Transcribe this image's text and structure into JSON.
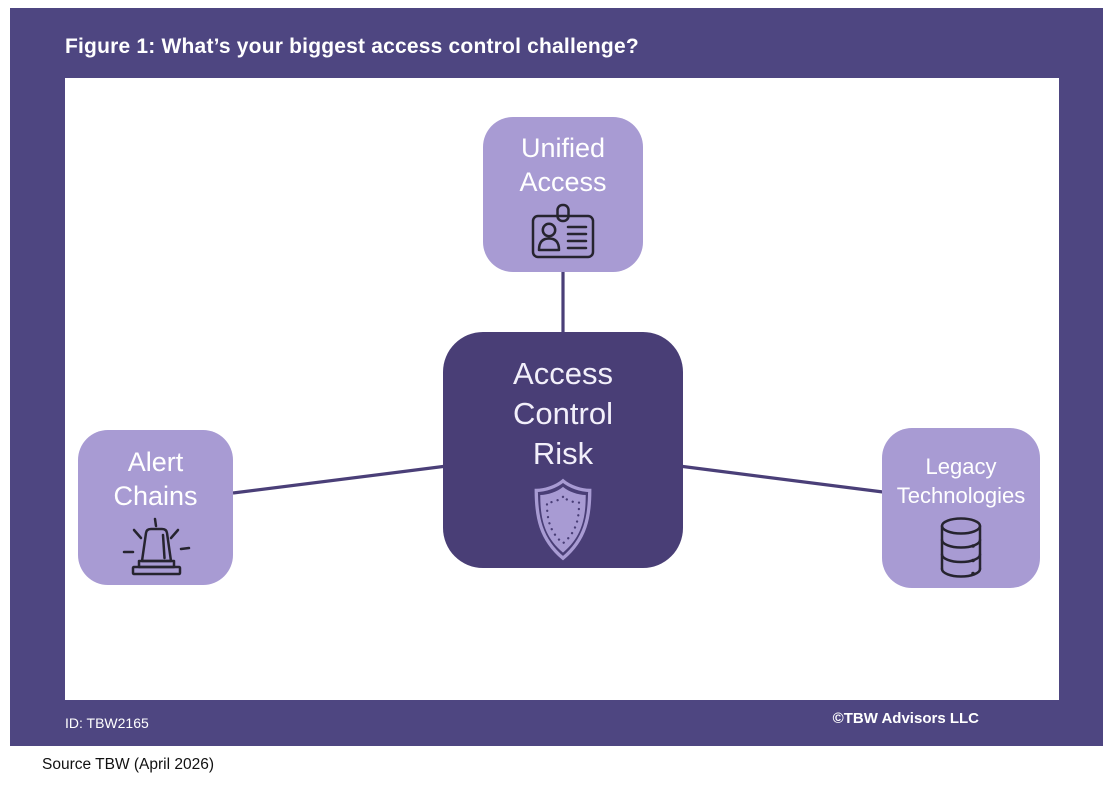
{
  "figure": {
    "title": "Figure 1: What’s your biggest access control challenge?",
    "id_label": "ID: TBW2165",
    "copyright": "©TBW Advisors LLC",
    "source": "Source TBW (April 2026)"
  },
  "diagram": {
    "center": {
      "label": "Access Control Risk",
      "icon": "shield-icon"
    },
    "nodes": [
      {
        "id": "unified-access",
        "label": "Unified Access",
        "icon": "id-badge-icon",
        "position": "top"
      },
      {
        "id": "alert-chains",
        "label": "Alert Chains",
        "icon": "siren-icon",
        "position": "left"
      },
      {
        "id": "legacy-technologies",
        "label": "Legacy Technologies",
        "icon": "database-icon",
        "position": "right"
      }
    ]
  },
  "colors": {
    "frame_purple": "#4e4681",
    "center_box_purple": "#493e76",
    "node_purple": "#a89bd3",
    "panel_white": "#ffffff",
    "icon_stroke": "#26242f",
    "connector_purple": "#4a3f78",
    "title_text": "#ffffff",
    "node_text": "#ffffff",
    "shield_dot": "#493e76",
    "source_text": "#111111"
  }
}
